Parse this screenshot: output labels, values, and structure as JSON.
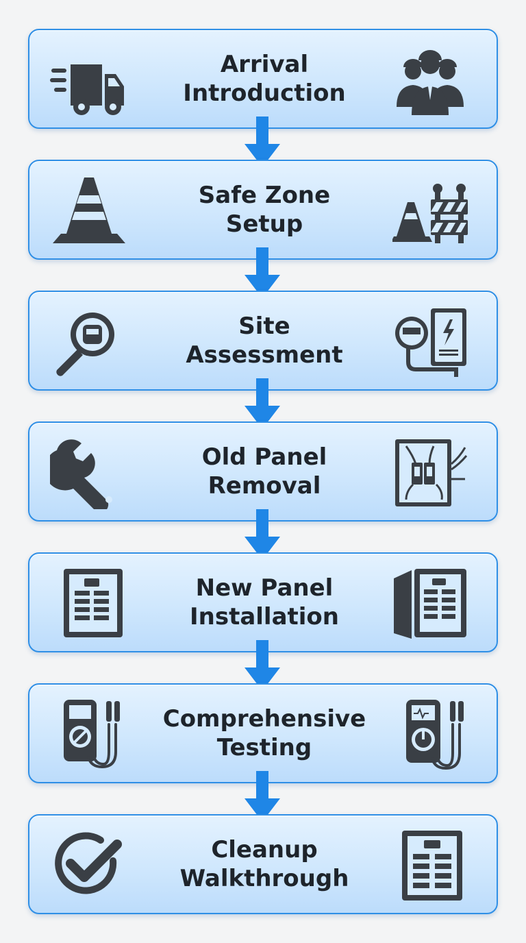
{
  "colors": {
    "accent": "#2f8fe6",
    "box_fill": "#cfe7fd",
    "arrow": "#1f86e6",
    "icon": "#3a3f45",
    "text": "#1e242b",
    "background": "#f3f4f5"
  },
  "steps": [
    {
      "lines": [
        "Arrival",
        "Introduction"
      ],
      "icon_left": "delivery-truck-icon",
      "icon_right": "work-crew-icon"
    },
    {
      "lines": [
        "Safe Zone",
        "Setup"
      ],
      "icon_left": "traffic-cone-icon",
      "icon_right": "barricade-icon"
    },
    {
      "lines": [
        "Site",
        "Assessment"
      ],
      "icon_left": "magnifier-meter-icon",
      "icon_right": "electric-meter-panel-icon"
    },
    {
      "lines": [
        "Old Panel",
        "Removal"
      ],
      "icon_left": "wrench-icon",
      "icon_right": "wired-panel-icon"
    },
    {
      "lines": [
        "New Panel",
        "Installation"
      ],
      "icon_left": "breaker-panel-icon",
      "icon_right": "open-panel-icon"
    },
    {
      "lines": [
        "Comprehensive",
        "Testing"
      ],
      "icon_left": "multimeter-icon",
      "icon_right": "multimeter-dial-icon"
    },
    {
      "lines": [
        "Cleanup",
        "Walkthrough"
      ],
      "icon_left": "checkmark-icon",
      "icon_right": "breaker-panel-icon"
    }
  ]
}
